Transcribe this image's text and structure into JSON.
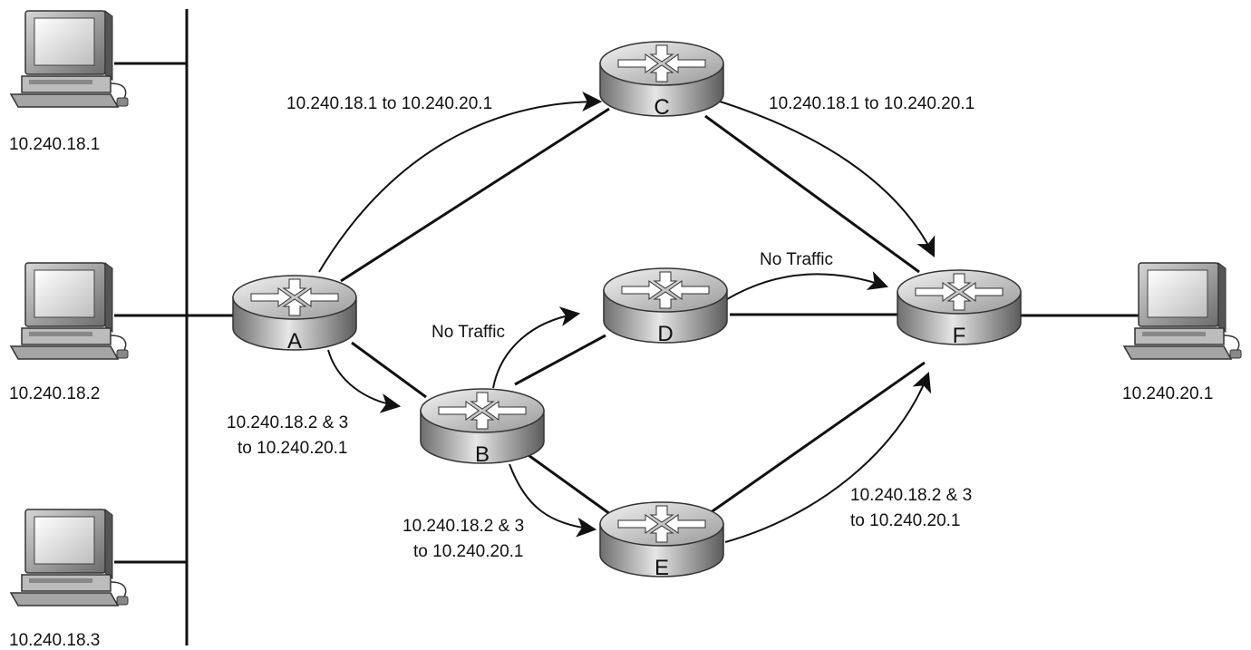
{
  "hosts": [
    {
      "id": "h1",
      "ip": "10.240.18.1"
    },
    {
      "id": "h2",
      "ip": "10.240.18.2"
    },
    {
      "id": "h3",
      "ip": "10.240.18.3"
    },
    {
      "id": "h4",
      "ip": "10.240.20.1"
    }
  ],
  "routers": [
    {
      "id": "A",
      "label": "A"
    },
    {
      "id": "B",
      "label": "B"
    },
    {
      "id": "C",
      "label": "C"
    },
    {
      "id": "D",
      "label": "D"
    },
    {
      "id": "E",
      "label": "E"
    },
    {
      "id": "F",
      "label": "F"
    }
  ],
  "links": [
    {
      "from": "A",
      "to": "C"
    },
    {
      "from": "A",
      "to": "B"
    },
    {
      "from": "B",
      "to": "D"
    },
    {
      "from": "B",
      "to": "E"
    },
    {
      "from": "C",
      "to": "F"
    },
    {
      "from": "D",
      "to": "F"
    },
    {
      "from": "E",
      "to": "F"
    },
    {
      "from": "F",
      "to": "h4"
    }
  ],
  "traffic_labels": {
    "a_to_c": "10.240.18.1 to 10.240.20.1",
    "c_to_f": "10.240.18.1 to 10.240.20.1",
    "d_to_f": "No Traffic",
    "b_to_d": "No Traffic",
    "a_to_b": [
      "10.240.18.2 & 3",
      "to 10.240.20.1"
    ],
    "b_to_e": [
      "10.240.18.2 & 3",
      "to 10.240.20.1"
    ],
    "e_to_f": [
      "10.240.18.2 & 3",
      "to 10.240.20.1"
    ]
  }
}
